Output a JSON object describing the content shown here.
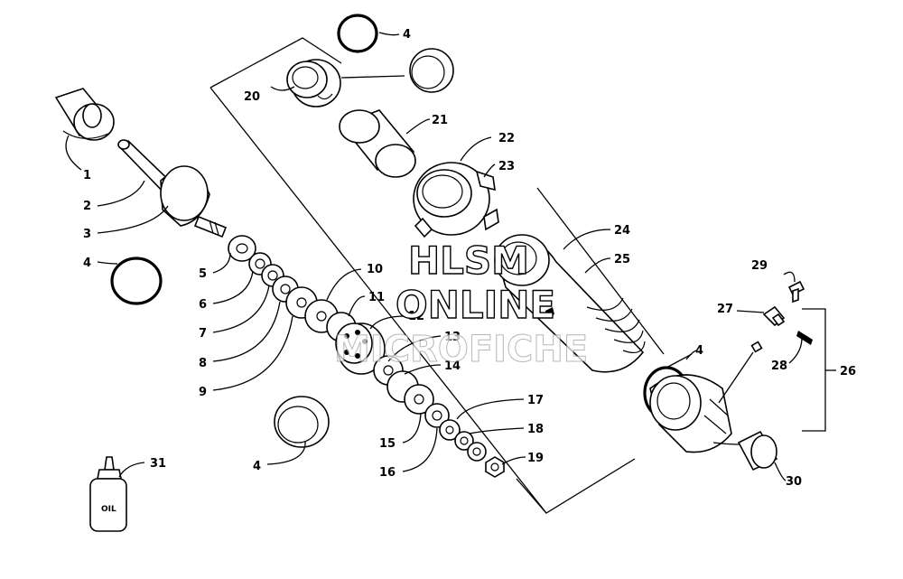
{
  "watermark": {
    "line1": "HLSM",
    "line2": "ONLINE",
    "line3": "MICROFICHE"
  },
  "bottle_label": "OIL",
  "callouts": {
    "c1": "1",
    "c2": "2",
    "c3": "3",
    "c4a": "4",
    "c4b": "4",
    "c4c": "4",
    "c4d": "4",
    "c5": "5",
    "c6": "6",
    "c7": "7",
    "c8": "8",
    "c9": "9",
    "c10": "10",
    "c11": "11",
    "c12": "12",
    "c13": "13",
    "c14": "14",
    "c15": "15",
    "c16": "16",
    "c17": "17",
    "c18": "18",
    "c19": "19",
    "c20": "20",
    "c21": "21",
    "c22": "22",
    "c23": "23",
    "c24": "24",
    "c25": "25",
    "c26": "26",
    "c27": "27",
    "c28": "28",
    "c29": "29",
    "c30": "30",
    "c31": "31"
  }
}
